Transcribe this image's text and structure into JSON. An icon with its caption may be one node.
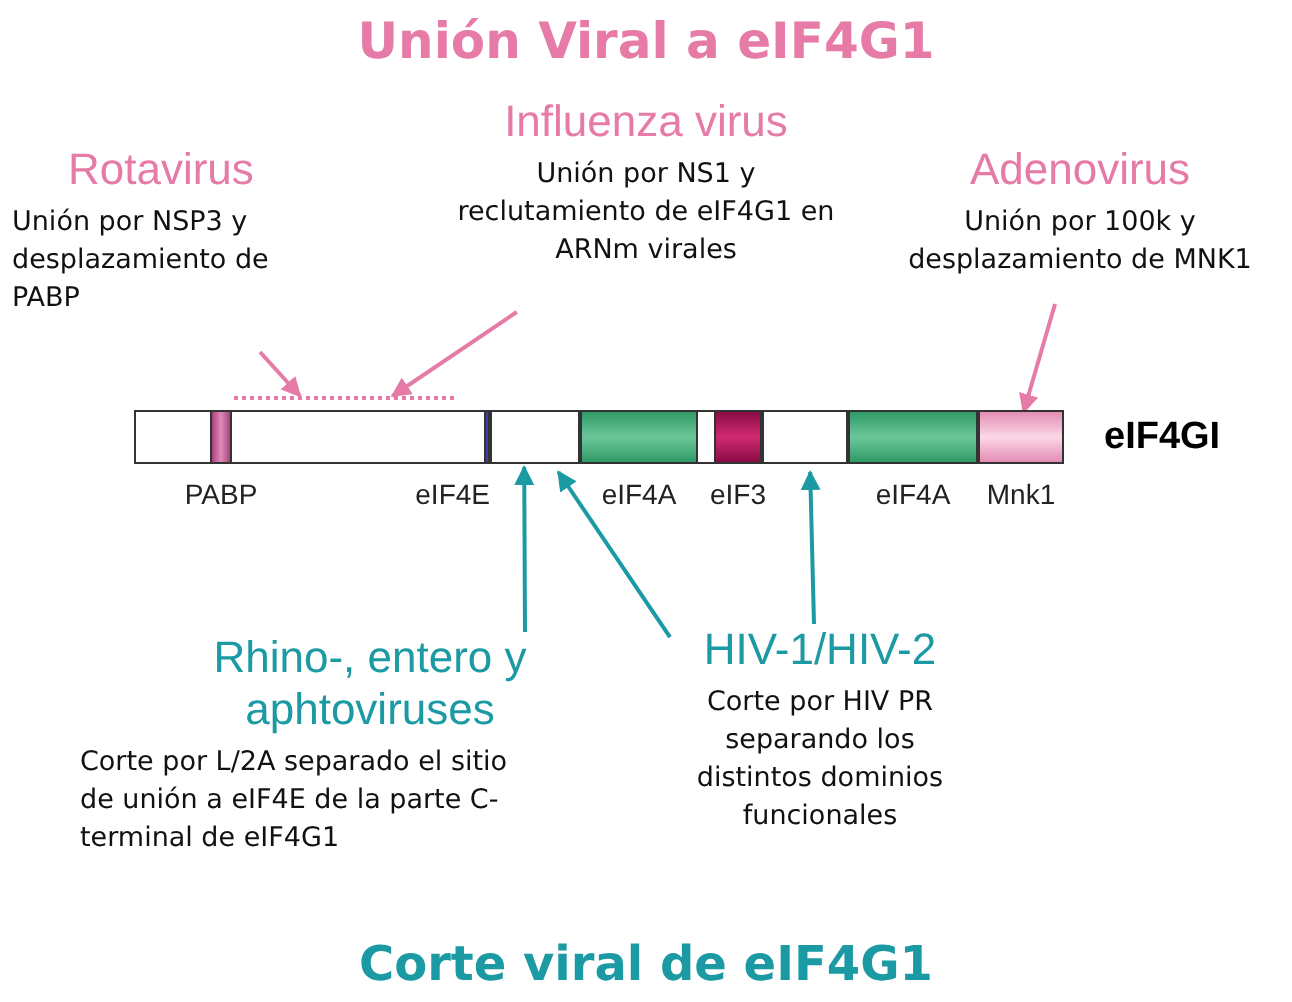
{
  "diagram": {
    "title": "Unión Viral a eIF4G1",
    "caption": "Corte viral de eIF4G1",
    "nodes": [
      {
        "text": [
          "Rotavirus",
          "Unión por NSP3 y desplazamiento de PABP"
        ]
      },
      {
        "text": [
          "Influenza virus",
          "Unión por NS1 y reclutamiento de eIF4G1 en ARNm virales"
        ]
      },
      {
        "text": [
          "Adenovirus",
          "Unión por 100k y desplazamiento de MNK1"
        ]
      },
      {
        "text": [],
        "shape": "line"
      },
      {
        "text": [
          "eIF4GI"
        ]
      },
      {
        "text": [
          "PABP"
        ],
        "in": 4
      },
      {
        "text": [
          "eIF4E"
        ],
        "in": 4
      },
      {
        "text": [],
        "shape": "box",
        "in": 4
      },
      {
        "text": [
          "eIF4A"
        ],
        "in": 4
      },
      {
        "text": [
          "eIF3"
        ],
        "in": 4
      },
      {
        "text": [],
        "shape": "box",
        "in": 4
      },
      {
        "text": [
          "eIF4A"
        ],
        "in": 4
      },
      {
        "text": [
          "Mnk1"
        ],
        "in": 4
      },
      {
        "text": [
          "Rhino-, entero y aphtoviruses",
          "Corte por L/2A separado el sitio de unión a eIF4E de la parte C-terminal de eIF4G1"
        ]
      },
      {
        "text": [
          "HIV-1/HIV-2",
          "Corte por HIV PR separando los distintos dominios funcionales"
        ]
      }
    ],
    "edges": [
      {
        "from": 0,
        "to": 3,
        "arrow": "to",
        "color": "#e57ba6"
      },
      {
        "from": 1,
        "to": 3,
        "arrow": "to",
        "color": "#e57ba6"
      },
      {
        "from": 2,
        "to": 12,
        "arrow": "to",
        "color": "#e57ba6"
      },
      {
        "from": 13,
        "to": 7,
        "arrow": "to",
        "color": "#1b9aa3"
      },
      {
        "from": 14,
        "to": 7,
        "arrow": "to",
        "color": "#1b9aa3"
      },
      {
        "from": 14,
        "to": 10,
        "arrow": "to",
        "color": "#1b9aa3"
      }
    ]
  }
}
